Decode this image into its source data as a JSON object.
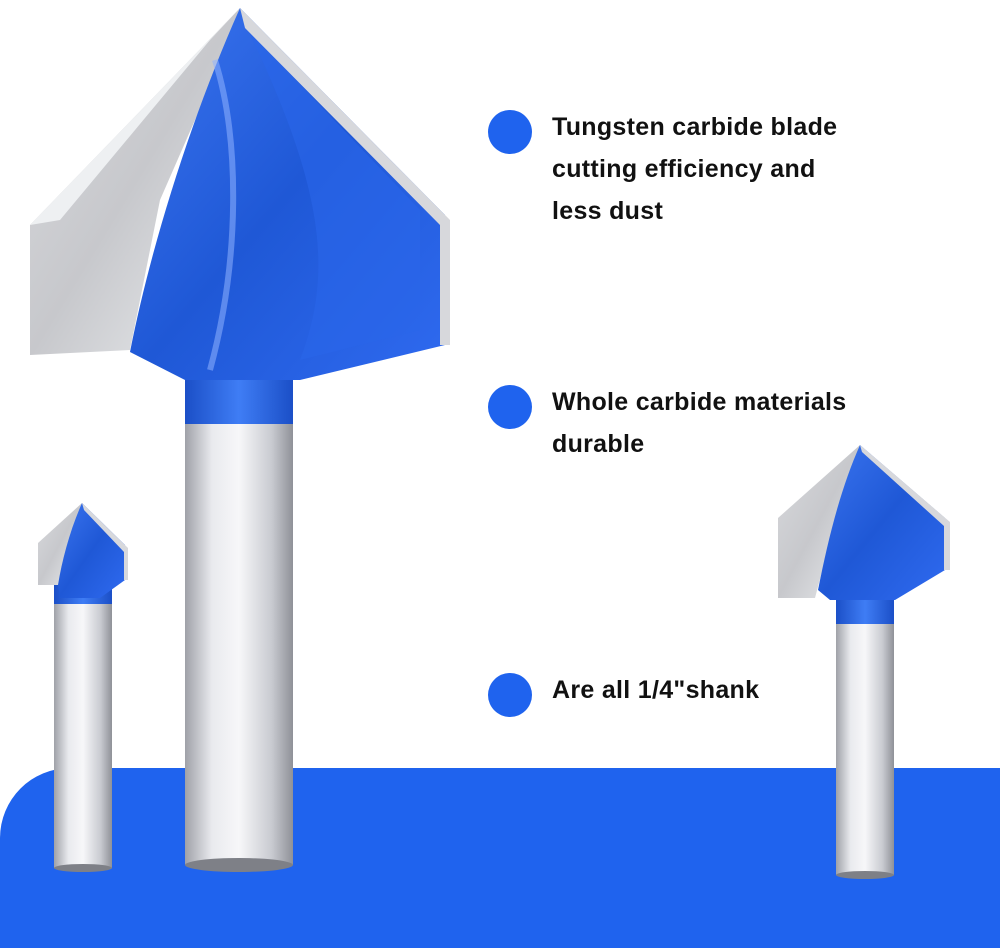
{
  "colors": {
    "brand_blue": "#1f63ee",
    "bit_blue": "#2b63e0",
    "steel_light": "#e8e9ec",
    "steel_dark": "#9a9ca3",
    "text": "#111111",
    "background": "#ffffff"
  },
  "features": [
    {
      "icon": "blue-dot-icon",
      "lines": [
        "Tungsten carbide blade",
        "cutting efficiency and",
        "less dust"
      ]
    },
    {
      "icon": "blue-dot-icon",
      "lines": [
        "Whole carbide materials",
        "durable"
      ]
    },
    {
      "icon": "blue-dot-icon",
      "lines": [
        "Are all 1/4\"shank"
      ]
    }
  ]
}
